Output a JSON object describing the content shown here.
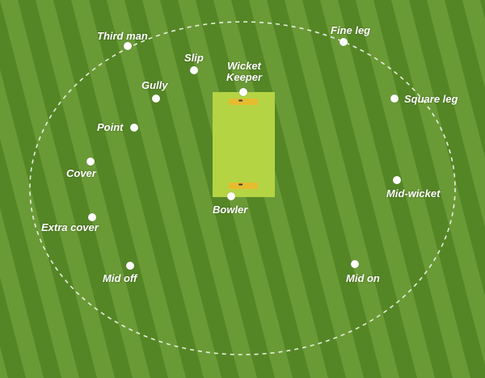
{
  "colors": {
    "stripe_light": "#6a9a36",
    "stripe_dark": "#558626",
    "pitch": "#b4d444",
    "crease": "#e7bb2f",
    "boundary": "#e6eedc",
    "fielder": "#ffffff"
  },
  "positions": {
    "third_man": "Third man",
    "slip": "Slip",
    "wicket_keeper_line1": "Wicket",
    "wicket_keeper_line2": "Keeper",
    "fine_leg": "Fine leg",
    "gully": "Gully",
    "square_leg": "Square leg",
    "point": "Point",
    "cover": "Cover",
    "mid_wicket": "Mid-wicket",
    "bowler": "Bowler",
    "extra_cover": "Extra cover",
    "mid_off": "Mid off",
    "mid_on": "Mid on"
  },
  "pitch_markings": {
    "stumps_top": "•••",
    "stumps_bottom": "•••"
  }
}
